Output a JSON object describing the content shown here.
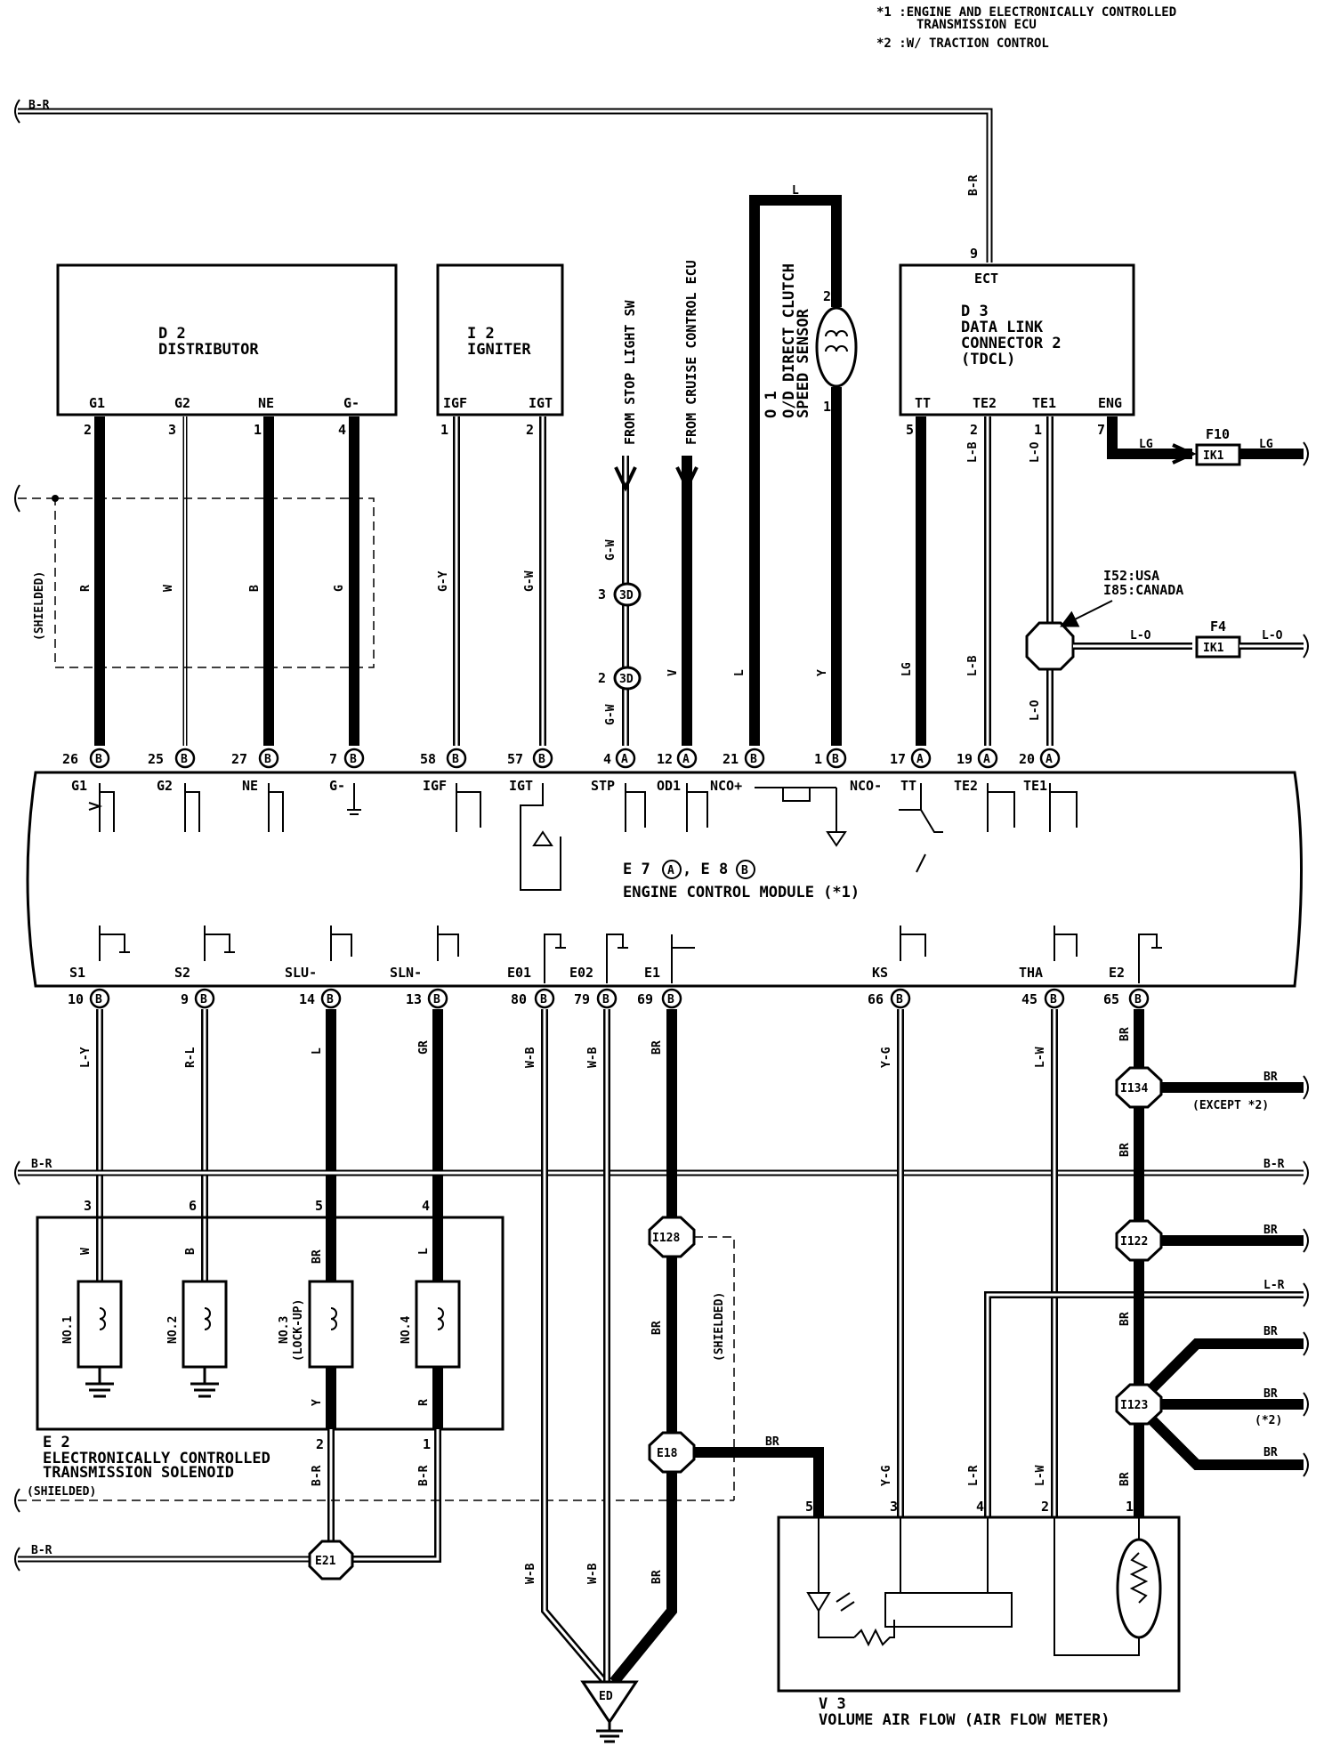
{
  "notes": [
    "*1 :ENGINE AND ELECTRONICALLY CONTROLLED",
    "TRANSMISSION ECU",
    "*2 :W/ TRACTION CONTROL"
  ],
  "components": {
    "d2": {
      "code": "D 2",
      "name": "DISTRIBUTOR",
      "pins": [
        "G1",
        "G2",
        "NE",
        "G-"
      ],
      "pin_numbers": [
        "2",
        "3",
        "1",
        "4"
      ]
    },
    "i2": {
      "code": "I 2",
      "name": "IGNITER",
      "pins": [
        "IGF",
        "IGT"
      ],
      "pin_numbers": [
        "1",
        "2"
      ]
    },
    "o1": {
      "code": "O 1",
      "name_line1": "O/D DIRECT CLUTCH",
      "name_line2": "SPEED SENSOR",
      "pin_numbers": [
        "2",
        "1"
      ]
    },
    "d3": {
      "code": "D 3",
      "name_line1": "DATA LINK",
      "name_line2": "CONNECTOR 2",
      "name_line3": "(TDCL)",
      "top_pin": "ECT",
      "top_pin_number": "9",
      "pins": [
        "TT",
        "TE2",
        "TE1",
        "ENG"
      ],
      "pin_numbers": [
        "5",
        "2",
        "1",
        "7"
      ]
    },
    "ecm": {
      "code": "E 7",
      "code_a": "A",
      "code_sep": ", E 8",
      "code_b": "B",
      "name": "ENGINE CONTROL MODULE (*1)"
    },
    "e2": {
      "code": "E 2",
      "name_line1": "ELECTRONICALLY CONTROLLED",
      "name_line2": "TRANSMISSION SOLENOID",
      "pin_numbers": [
        "3",
        "6",
        "5",
        "4"
      ],
      "bottom_pin_numbers": [
        "2",
        "1"
      ],
      "solenoids": [
        "NO.1",
        "NO.2",
        "NO.3",
        "(LOCK-UP)",
        "NO.4"
      ]
    },
    "v3": {
      "code": "V 3",
      "name": "VOLUME AIR FLOW (AIR FLOW METER)",
      "pin_numbers": [
        "5",
        "3",
        "4",
        "2",
        "1"
      ]
    }
  },
  "ecm_top_pins": [
    {
      "num": "26",
      "conn": "B",
      "name": "G1"
    },
    {
      "num": "25",
      "conn": "B",
      "name": "G2"
    },
    {
      "num": "27",
      "conn": "B",
      "name": "NE"
    },
    {
      "num": "7",
      "conn": "B",
      "name": "G-"
    },
    {
      "num": "58",
      "conn": "B",
      "name": "IGF"
    },
    {
      "num": "57",
      "conn": "B",
      "name": "IGT"
    },
    {
      "num": "4",
      "conn": "A",
      "name": "STP"
    },
    {
      "num": "12",
      "conn": "A",
      "name": "OD1"
    },
    {
      "num": "21",
      "conn": "B",
      "name": "NCO+"
    },
    {
      "num": "1",
      "conn": "B",
      "name": "NCO-"
    },
    {
      "num": "17",
      "conn": "A",
      "name": "TT"
    },
    {
      "num": "19",
      "conn": "A",
      "name": "TE2"
    },
    {
      "num": "20",
      "conn": "A",
      "name": "TE1"
    }
  ],
  "ecm_bottom_pins": [
    {
      "num": "10",
      "conn": "B",
      "name": "S1"
    },
    {
      "num": "9",
      "conn": "B",
      "name": "S2"
    },
    {
      "num": "14",
      "conn": "B",
      "name": "SLU-"
    },
    {
      "num": "13",
      "conn": "B",
      "name": "SLN-"
    },
    {
      "num": "80",
      "conn": "B",
      "name": "E01"
    },
    {
      "num": "79",
      "conn": "B",
      "name": "E02"
    },
    {
      "num": "69",
      "conn": "B",
      "name": "E1"
    },
    {
      "num": "66",
      "conn": "B",
      "name": "KS"
    },
    {
      "num": "45",
      "conn": "B",
      "name": "THA"
    },
    {
      "num": "65",
      "conn": "B",
      "name": "E2"
    }
  ],
  "wire_colors": {
    "br_top": "B-R",
    "g1": "R",
    "g2": "W",
    "ne": "B",
    "gminus": "G",
    "igf": "G-Y",
    "igt": "G-W",
    "stp_upper": "G-W",
    "stp_lower": "G-W",
    "od1": "V",
    "nco_plus": "L",
    "nco_minus": "Y",
    "o1_top": "L",
    "tt": "LG",
    "te2_upper": "L-B",
    "te2_lower": "L-B",
    "te1_upper": "L-O",
    "te1_lower": "L-O",
    "d3_ecm_top": "B-R",
    "eng": "LG",
    "eng_out": "LG",
    "f4_in": "L-O",
    "f4_out": "L-O",
    "s1": "L-Y",
    "s2": "R-L",
    "slu": "L",
    "sln": "GR",
    "sol1": "W",
    "sol2": "B",
    "sol3": "BR",
    "sol4": "L",
    "sol3_bottom": "Y",
    "sol4_bottom": "R",
    "e2_out1": "B-R",
    "e2_out2": "B-R",
    "e01": "W-B",
    "e02": "W-B",
    "e01_low": "W-B",
    "e02_low": "W-B",
    "e1": "BR",
    "e1_mid": "BR",
    "e1_low": "BR",
    "e18_v3": "BR",
    "ks": "Y-G",
    "ks_low": "Y-G",
    "tha": "L-W",
    "tha_low": "L-W",
    "e2w": "BR",
    "e2w_mid": "BR",
    "e2w_mid2": "BR",
    "e2w_low": "BR",
    "i134_out": "BR",
    "br_mid": "B-R",
    "i122_out": "BR",
    "lr_in": "L-R",
    "lr_low": "L-R",
    "i123_out1": "BR",
    "i123_out2": "BR",
    "i123_out3": "BR",
    "br_bottom": "B-R"
  },
  "splices": {
    "i134": "I134",
    "i122": "I122",
    "i123": "I123",
    "i128": "I128",
    "e18": "E18",
    "e21": "E21",
    "ed": "ED",
    "jc_3d": "3D",
    "jc_3d_pin_top": "3",
    "jc_3d_pin_bottom": "2"
  },
  "fuse_junctions": {
    "f10": {
      "code": "F10",
      "box": "IK1"
    },
    "f4": {
      "code": "F4",
      "box": "IK1"
    },
    "i52_note": "I52:USA",
    "i85_note": "I85:CANADA"
  },
  "annotations": {
    "from_stop": "FROM STOP LIGHT SW",
    "from_cruise": "FROM CRUISE CONTROL ECU",
    "shielded": "(SHIELDED)",
    "except2": "(EXCEPT *2)",
    "star2": "(*2)"
  }
}
